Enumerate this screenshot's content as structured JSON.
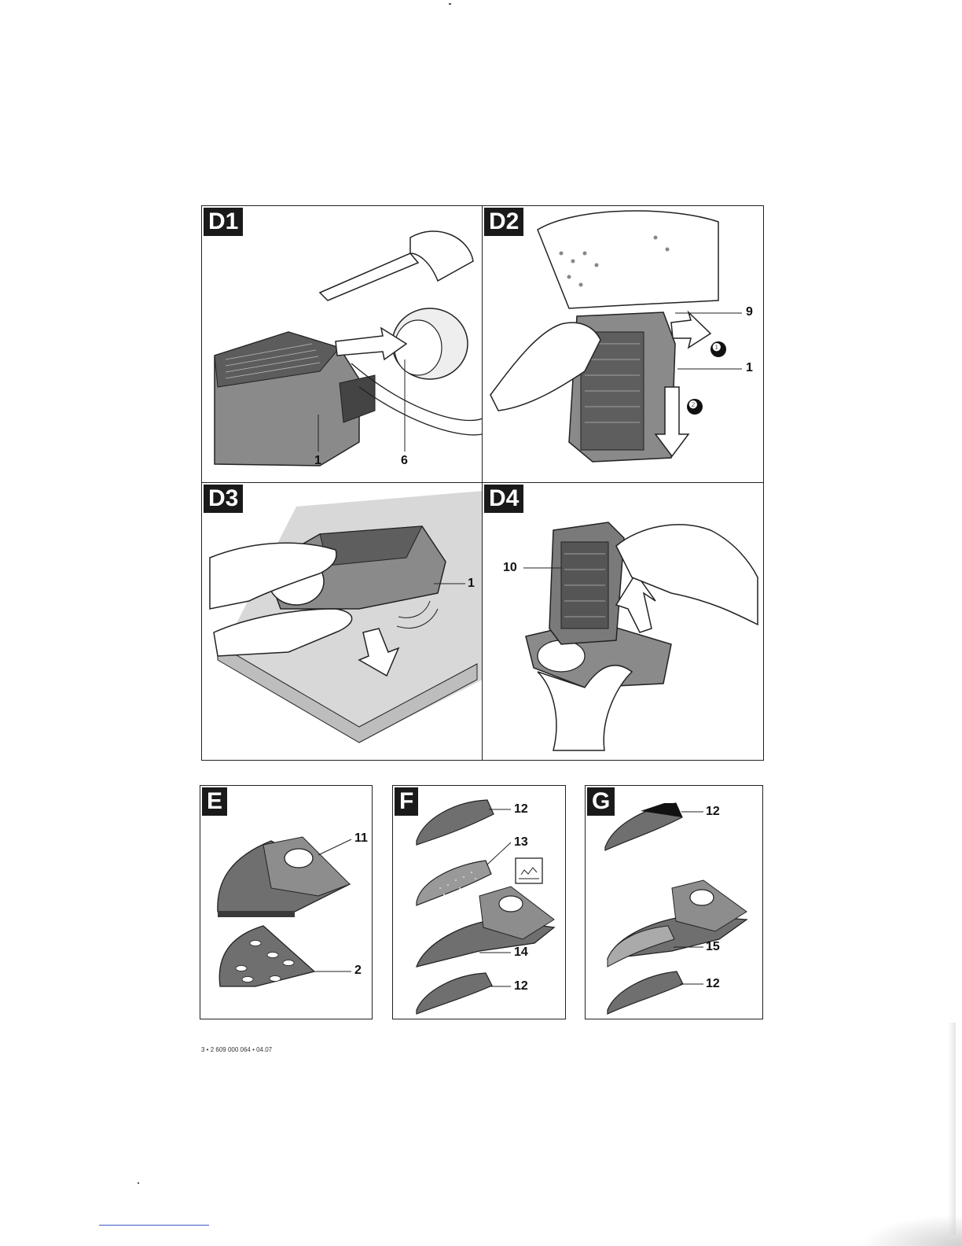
{
  "panels": {
    "d1": {
      "tag": "D1",
      "callouts": [
        "1",
        "6"
      ]
    },
    "d2": {
      "tag": "D2",
      "callouts": [
        "9",
        "1"
      ],
      "steps": [
        "❶",
        "❷"
      ]
    },
    "d3": {
      "tag": "D3",
      "callouts": [
        "1"
      ]
    },
    "d4": {
      "tag": "D4",
      "callouts": [
        "10"
      ]
    },
    "e": {
      "tag": "E",
      "callouts": [
        "11",
        "2"
      ]
    },
    "f": {
      "tag": "F",
      "callouts": [
        "12",
        "13",
        "14",
        "12"
      ]
    },
    "g": {
      "tag": "G",
      "callouts": [
        "12",
        "15",
        "12"
      ]
    }
  },
  "footer": {
    "code": "3 • 2 609 000 064 • 04.07"
  },
  "colors": {
    "ink": "#111111",
    "tag_bg": "#1a1a1a",
    "paper": "#ffffff",
    "pad_grey": "#6f6f6f",
    "link_line": "#3a5cc8"
  }
}
